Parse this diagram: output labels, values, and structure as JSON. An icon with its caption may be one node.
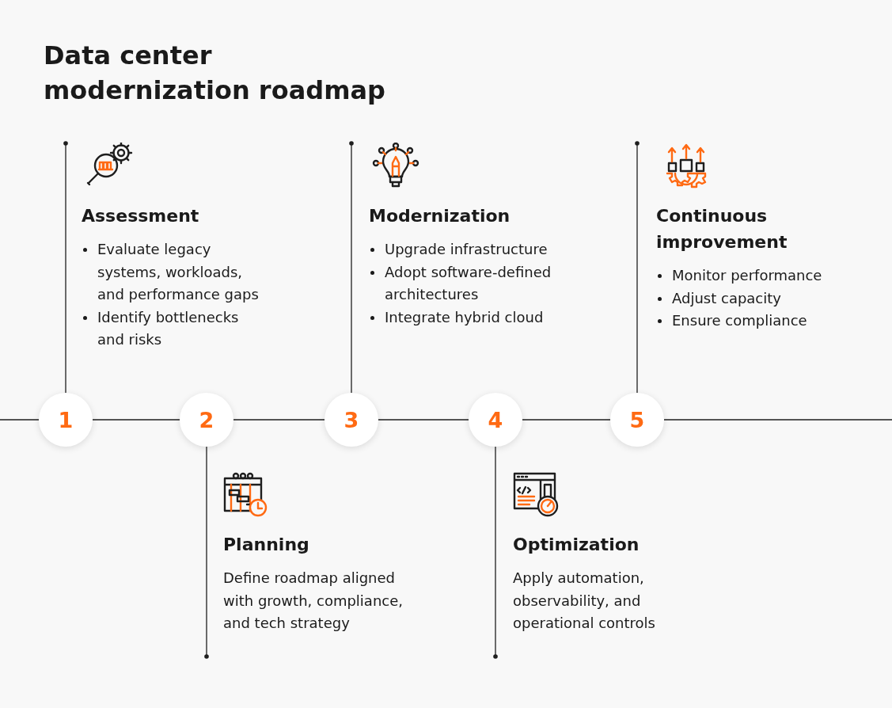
{
  "diagram": {
    "title": "Data center modernization roadmap",
    "nodes": [
      {
        "text": [
          "1"
        ]
      },
      {
        "text": [
          "2"
        ]
      },
      {
        "text": [
          "3"
        ]
      },
      {
        "text": [
          "4"
        ]
      },
      {
        "text": [
          "5"
        ]
      }
    ],
    "edges": [
      {
        "from": null,
        "to": 0,
        "arrow": "none"
      },
      {
        "from": 0,
        "to": 1,
        "arrow": "none"
      },
      {
        "from": 1,
        "to": 2,
        "arrow": "none"
      },
      {
        "from": 2,
        "to": 3,
        "arrow": "none"
      },
      {
        "from": 3,
        "to": 4,
        "arrow": "none"
      },
      {
        "from": 4,
        "to": null,
        "arrow": "none"
      },
      {
        "from": 0,
        "to": null,
        "arrow": "other"
      },
      {
        "from": 1,
        "to": null,
        "arrow": "other"
      },
      {
        "from": 2,
        "to": null,
        "arrow": "other"
      },
      {
        "from": 3,
        "to": null,
        "arrow": "other"
      },
      {
        "from": 4,
        "to": null,
        "arrow": "other"
      }
    ],
    "labels": [
      "Assessment",
      "Evaluate legacy systems, workloads, and performance gaps",
      "Identify bottlenecks and risks",
      "Modernization",
      "Upgrade infrastructure",
      "Adopt software-defined architectures",
      "Integrate hybrid cloud",
      "Continuous improvement",
      "Monitor performance",
      "Adjust capacity",
      "Ensure compliance",
      "Planning",
      "Define roadmap aligned with growth, compliance, and tech strategy",
      "Optimization",
      "Apply automation, observability, and operational controls"
    ]
  }
}
